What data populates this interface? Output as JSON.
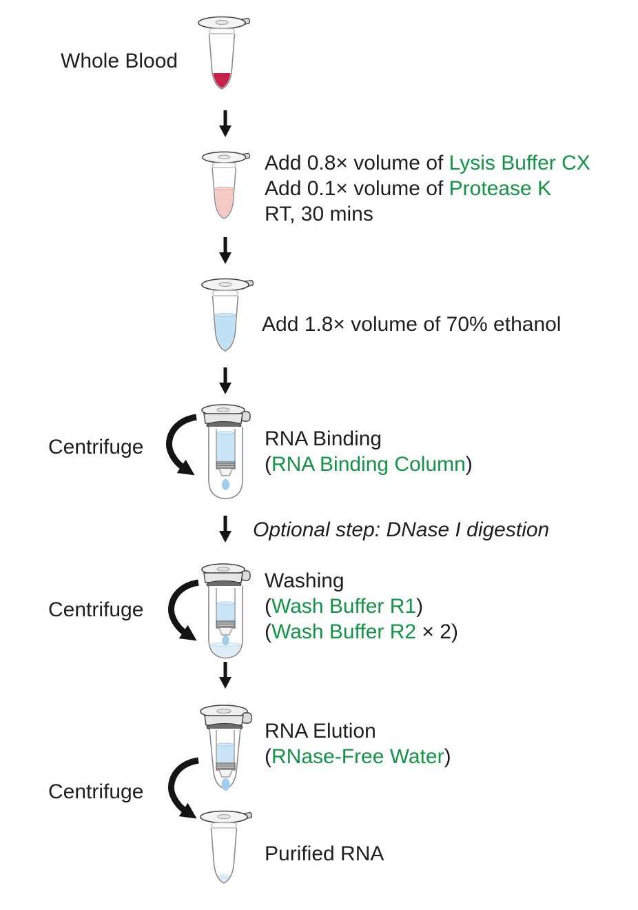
{
  "colors": {
    "highlight_green": "#119444",
    "text_black": "#1e1e1e",
    "blood_red": "#C72349",
    "lysate_pink": "#F6CAC4",
    "ethanol_blue": "#BFE0F5",
    "column_liquid_blue": "#C9E4F6",
    "drop_blue": "#9FCEEF",
    "collection_liquid_blue": "#DEEEF9",
    "purified_liquid_blue": "#D9ECF8"
  },
  "steps": {
    "whole_blood": {
      "label": "Whole Blood"
    },
    "lysis": {
      "line1_pre": "Add 0.8× volume of ",
      "line1_reagent": "Lysis Buffer CX",
      "line2_pre": "Add 0.1× volume of ",
      "line2_reagent": "Protease K",
      "line3": "RT, 30 mins"
    },
    "ethanol": {
      "line": "Add 1.8× volume of 70% ethanol"
    },
    "binding": {
      "centrifuge": "Centrifuge",
      "title": "RNA Binding",
      "pre": "(",
      "reagent": "RNA Binding Column",
      "post": ")"
    },
    "optional": {
      "note": "Optional step: DNase I digestion"
    },
    "washing": {
      "centrifuge": "Centrifuge",
      "title": "Washing",
      "r1_pre": "(",
      "r1_reagent": "Wash Buffer R1",
      "r1_post": ")",
      "r2_pre": "(",
      "r2_reagent": "Wash Buffer R2",
      "r2_post": " × 2)"
    },
    "elution": {
      "centrifuge": "Centrifuge",
      "title": "RNA Elution",
      "pre": "(",
      "reagent": "RNase-Free Water",
      "post": ")"
    },
    "purified": {
      "label": "Purified RNA"
    }
  }
}
